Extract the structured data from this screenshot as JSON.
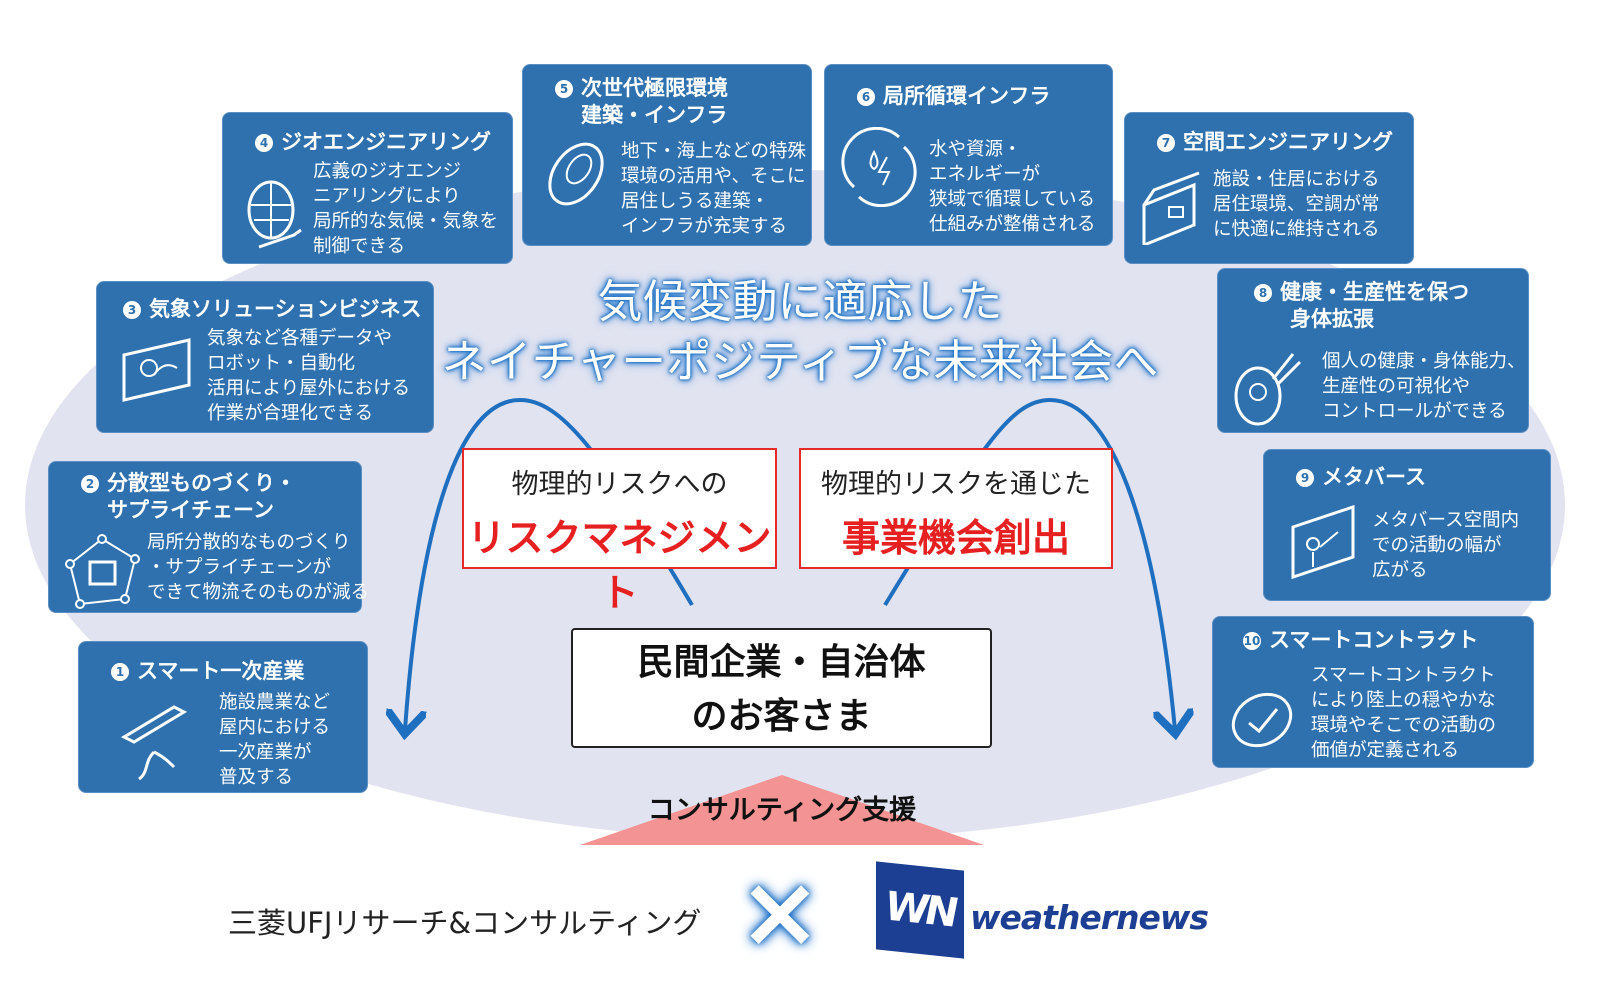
{
  "title": {
    "line1": "気候変動に適応した",
    "line2": "ネイチャーポジティブな未来社会へ"
  },
  "items": [
    {
      "num": "1",
      "heading": [
        "スマート一次産業"
      ],
      "body": "施設農業など\n屋内における\n一次産業が\n普及する",
      "icon": "plant-sprinkler-icon"
    },
    {
      "num": "2",
      "heading": [
        "分散型ものづくり・",
        "サプライチェーン"
      ],
      "body": "局所分散的なものづくり\n・サプライチェーンが\nできて物流そのものが減る",
      "icon": "box-network-icon"
    },
    {
      "num": "3",
      "heading": [
        "気象ソリューションビジネス"
      ],
      "body": "気象など各種データや\nロボット・自動化\n活用により屋外における\n作業が合理化できる",
      "icon": "weather-monitor-icon"
    },
    {
      "num": "4",
      "heading": [
        "ジオエンジニアリング"
      ],
      "body": "広義のジオエンジ\nニアリングにより\n局所的な気候・気象を\n制御できる",
      "icon": "globe-hand-icon"
    },
    {
      "num": "5",
      "heading": [
        "次世代極限環境",
        "建築・インフラ"
      ],
      "body": "地下・海上などの特殊\n環境の活用や、そこに\n居住しうる建築・\nインフラが充実する",
      "icon": "capsule-structure-icon"
    },
    {
      "num": "6",
      "heading": [
        "局所循環インフラ"
      ],
      "body": "水や資源・\nエネルギーが\n狭域で循環している\n仕組みが整備される",
      "icon": "water-energy-cycle-icon"
    },
    {
      "num": "7",
      "heading": [
        "空間エンジニアリング"
      ],
      "body": "施設・住居における\n居住環境、空調が常\nに快適に維持される",
      "icon": "building-sparkle-icon"
    },
    {
      "num": "8",
      "heading": [
        "健康・生産性を保つ",
        "身体拡張"
      ],
      "body": "個人の健康・身体能力、\n生産性の可視化や\nコントロールができる",
      "icon": "body-sensor-icon"
    },
    {
      "num": "9",
      "heading": [
        "メタバース"
      ],
      "body": "メタバース空間内\nでの活動の幅が\n広がる",
      "icon": "virtual-screen-icon"
    },
    {
      "num": "10",
      "heading": [
        "スマートコントラクト"
      ],
      "body": "スマートコントラクト\nにより陸上の穏やかな\n環境やそこでの活動の\n価値が定義される",
      "icon": "contract-check-icon"
    }
  ],
  "risk_management": {
    "line1": "物理的リスクへの",
    "line2": "リスクマネジメント"
  },
  "business_opportunity": {
    "line1": "物理的リスクを通じた",
    "line2": "事業機会創出"
  },
  "customer": {
    "line1": "民間企業・自治体",
    "line2": "のお客さま"
  },
  "consulting": "コンサルティング支援",
  "logos": {
    "mufg": "三菱UFJリサーチ&コンサルティング",
    "cross": "×",
    "wn_mark": "WN",
    "wn_text": "weathernews"
  },
  "colors": {
    "box": "#2f71ae",
    "ellipse": "#e1e3f0",
    "accent_red": "#e62020",
    "triangle": "#f49393",
    "arrow": "#1f6fc0",
    "wn_blue": "#1d3f93"
  }
}
